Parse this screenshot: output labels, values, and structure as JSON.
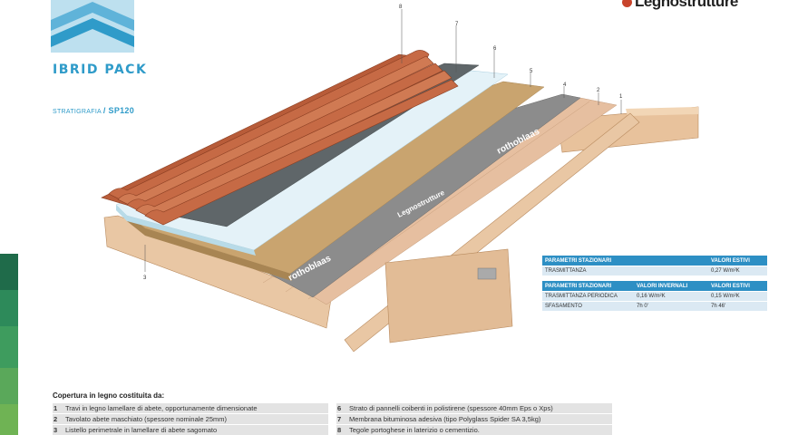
{
  "brand": {
    "name": "Legnostrutture",
    "accent": "#2f9bc9",
    "dot_color": "#c8442b"
  },
  "header": {
    "title": "IBRID PACK",
    "subtitle_label": "STRATIGRAFIA",
    "subtitle_code": "SP120"
  },
  "diagram": {
    "layer_numbers": [
      "1",
      "2",
      "3",
      "4",
      "5",
      "6",
      "7",
      "8"
    ],
    "membrane_prints": [
      "rothoblaas",
      "Legnostrutture",
      "rothoblaas"
    ]
  },
  "params_estivi": {
    "header": [
      "PARAMETRI STAZIONARI",
      "",
      "VALORI ESTIVI"
    ],
    "rows": [
      [
        "TRASMITTANZA",
        "",
        "0,27 W/m²K"
      ]
    ]
  },
  "params_invernali": {
    "header": [
      "PARAMETRI STAZIONARI",
      "VALORI INVERNALI",
      "VALORI ESTIVI"
    ],
    "rows": [
      [
        "TRASMITTANZA PERIODICA",
        "0,16 W/m²K",
        "0,15 W/m²K"
      ],
      [
        "SFASAMENTO",
        "7h 0'",
        "7h 46'"
      ]
    ]
  },
  "legend": {
    "title": "Copertura in legno costituita da:",
    "left": [
      {
        "n": "1",
        "text": "Travi in legno lamellare di abete, opportunamente dimensionate"
      },
      {
        "n": "2",
        "text": "Tavolato abete maschiato (spessore nominale 25mm)"
      },
      {
        "n": "3",
        "text": "Listello perimetrale in lamellare di abete sagomato"
      }
    ],
    "right": [
      {
        "n": "6",
        "text": "Strato di pannelli coibenti in polistirene (spessore 40mm Eps o Xps)"
      },
      {
        "n": "7",
        "text": "Membrana bituminosa adesiva (tipo Polyglass Spider SA 3,5kg)"
      },
      {
        "n": "8",
        "text": "Tegole portoghese in laterizio o cementizio."
      }
    ]
  },
  "side_strip_colors": [
    "#1f6b4a",
    "#2d8a5a",
    "#3e9c5e",
    "#5aa85a",
    "#6fb354"
  ]
}
